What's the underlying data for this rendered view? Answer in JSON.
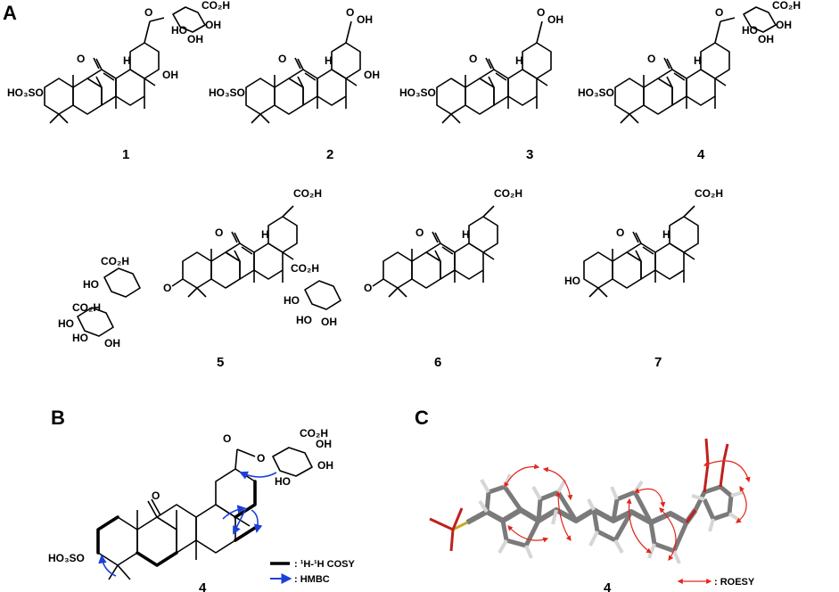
{
  "panels": {
    "a": "A",
    "b": "B",
    "c": "C"
  },
  "compounds": [
    "1",
    "2",
    "3",
    "4",
    "5",
    "6",
    "7"
  ],
  "atoms": {
    "oh": "OH",
    "co2h": "CO₂H",
    "ho": "HO",
    "h": "H",
    "o": "O",
    "so3": "HO₃SO"
  },
  "panel_b": {
    "compound": "4",
    "legend_cosy": ": ¹H-¹H COSY",
    "legend_hmbc": ": HMBC"
  },
  "panel_c": {
    "compound": "4",
    "legend_roesy": ": ROESY"
  },
  "colors": {
    "hmbc": "#1d3fd9",
    "roesy": "#e2261b",
    "oxygen": "#c0201c",
    "sulfur": "#c8a826"
  }
}
